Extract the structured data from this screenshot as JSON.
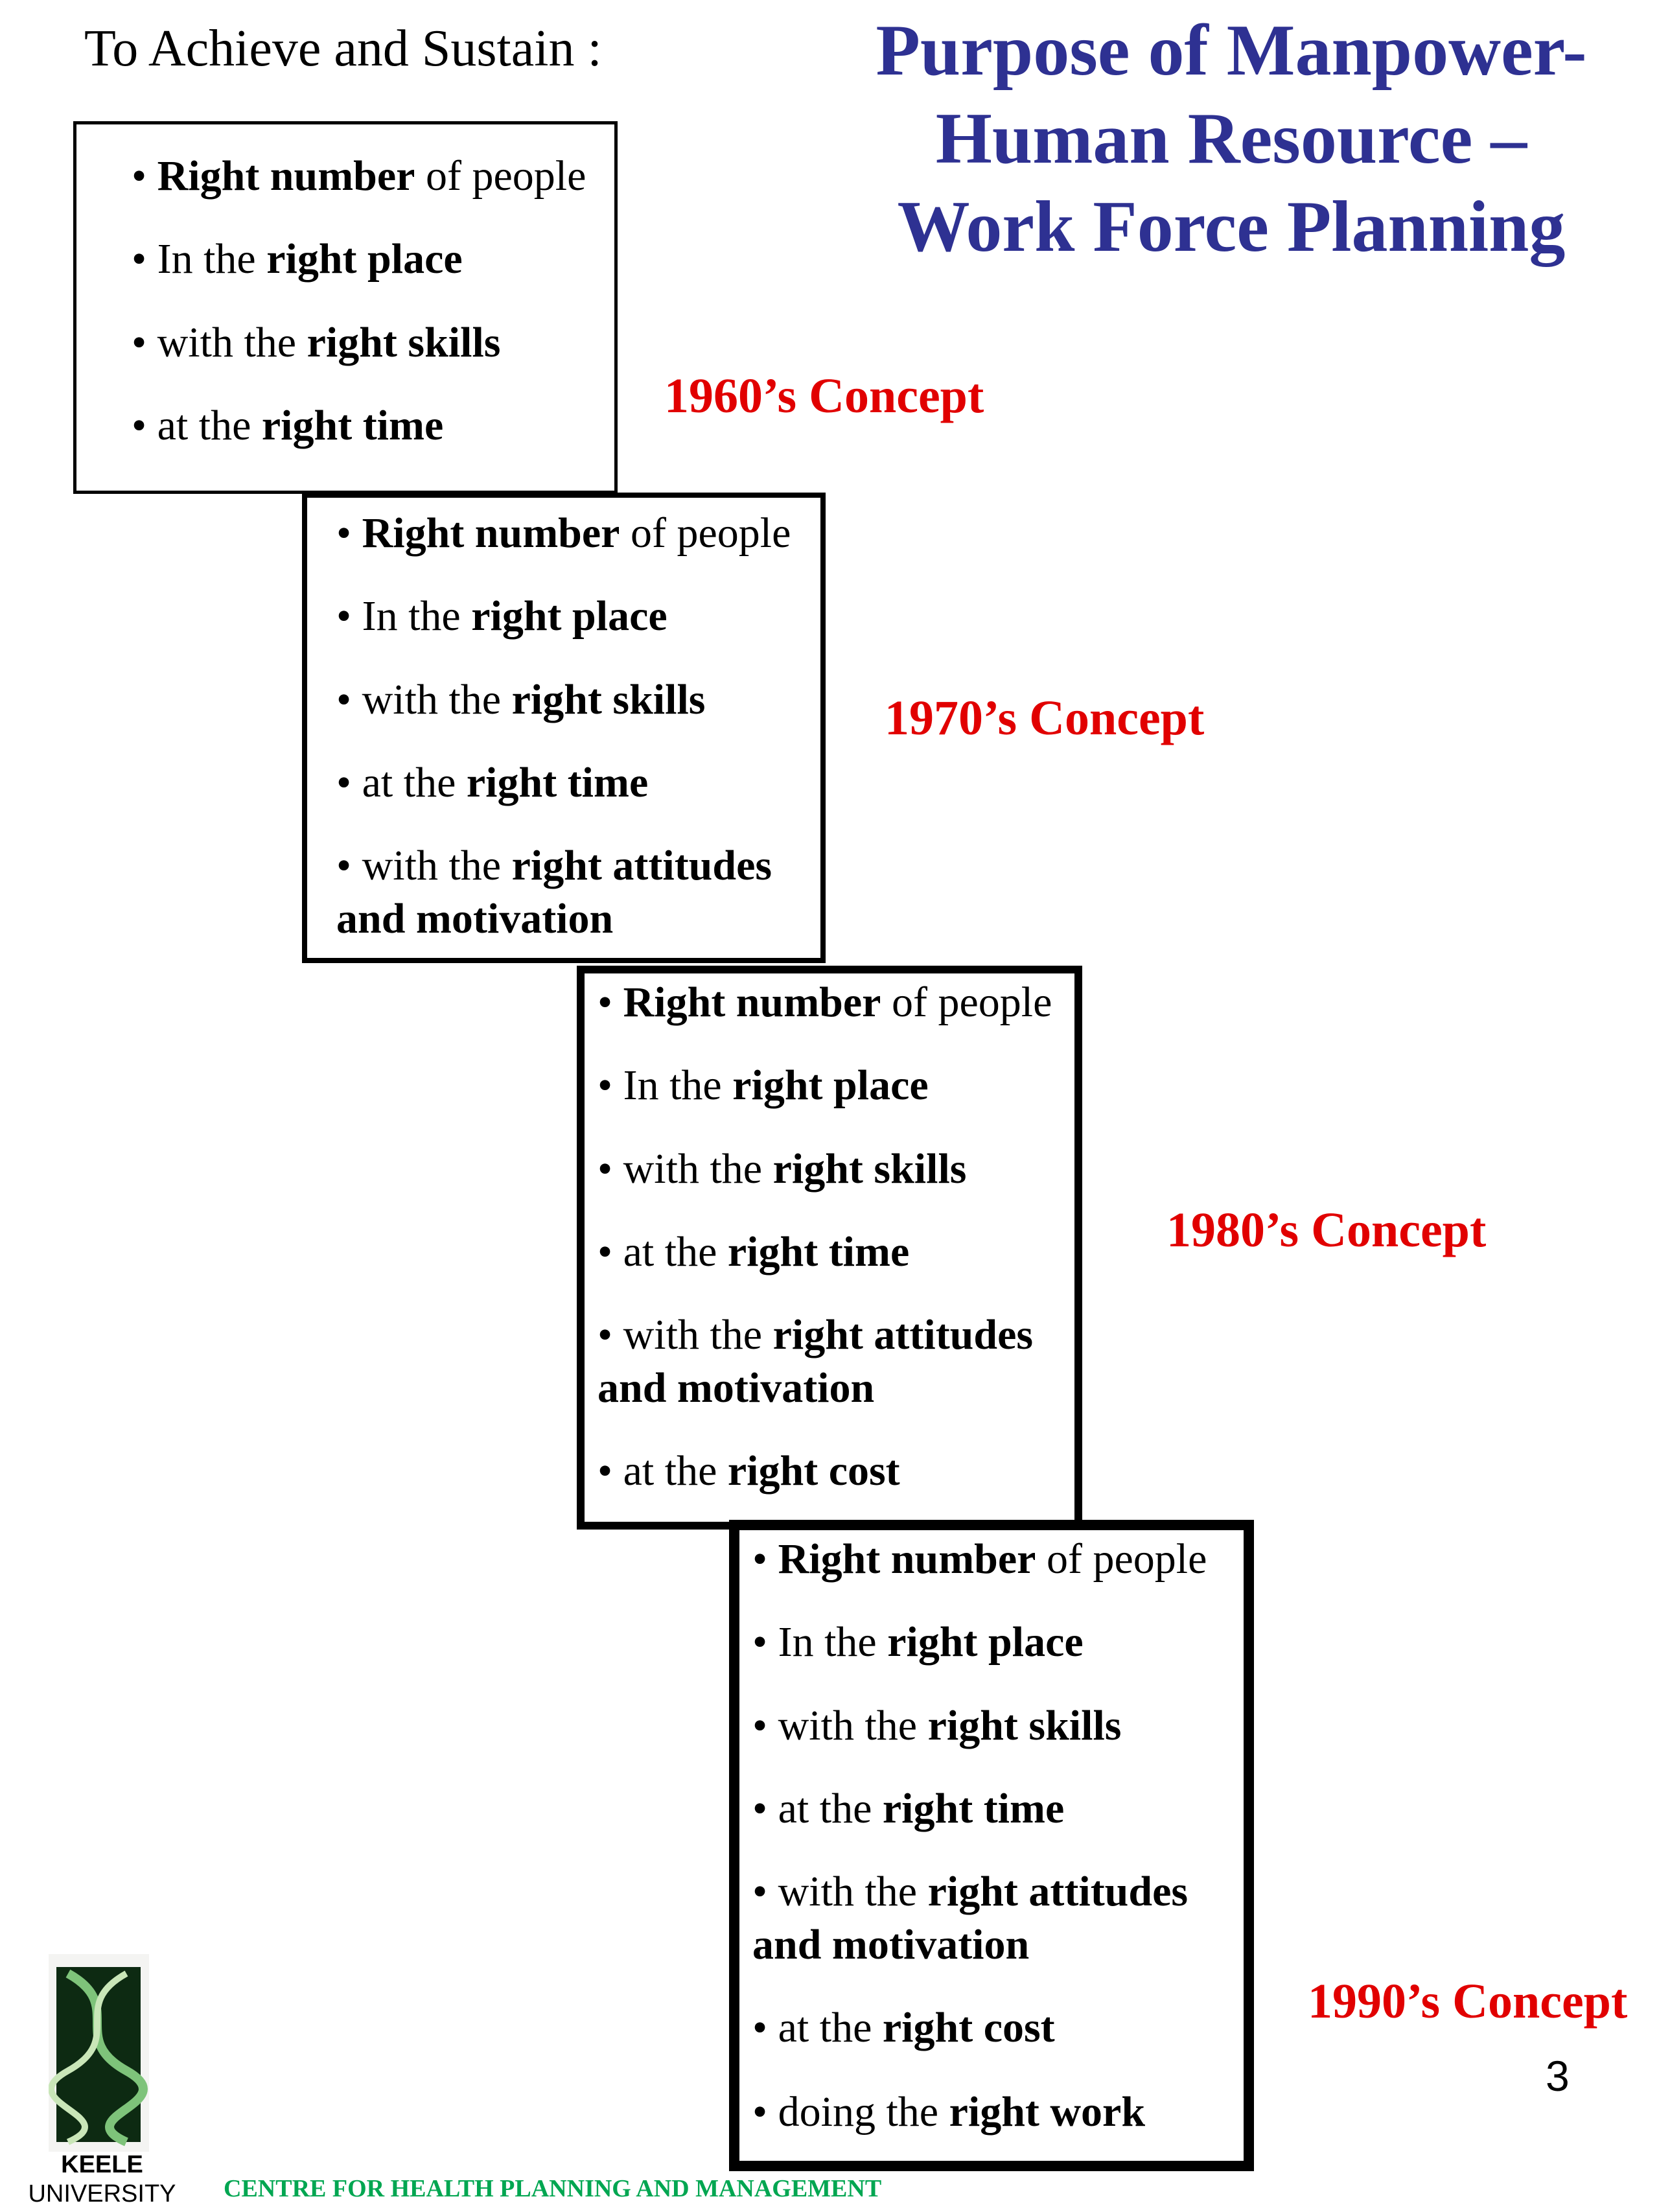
{
  "intro": "To Achieve and Sustain :",
  "title": [
    "Purpose of Manpower-",
    "Human Resource –",
    "Work Force Planning"
  ],
  "boxes": [
    {
      "concept": "1960’s Concept",
      "items": [
        [
          {
            "t": "• "
          },
          {
            "t": "Right number",
            "b": true
          },
          {
            "t": " of people"
          }
        ],
        [
          {
            "t": "• In the "
          },
          {
            "t": "right place",
            "b": true
          }
        ],
        [
          {
            "t": "• with the "
          },
          {
            "t": "right skills",
            "b": true
          }
        ],
        [
          {
            "t": "• at the "
          },
          {
            "t": "right time",
            "b": true
          }
        ]
      ]
    },
    {
      "concept": "1970’s Concept",
      "items": [
        [
          {
            "t": "• "
          },
          {
            "t": "Right number",
            "b": true
          },
          {
            "t": " of people"
          }
        ],
        [
          {
            "t": "• In the "
          },
          {
            "t": "right place",
            "b": true
          }
        ],
        [
          {
            "t": "• with the "
          },
          {
            "t": "right skills",
            "b": true
          }
        ],
        [
          {
            "t": "• at the "
          },
          {
            "t": "right time",
            "b": true
          }
        ],
        [
          {
            "t": "• with the "
          },
          {
            "t": "right attitudes",
            "b": true
          }
        ],
        [
          {
            "t": "and motivation",
            "b": true
          }
        ]
      ]
    },
    {
      "concept": "1980’s Concept",
      "items": [
        [
          {
            "t": "• "
          },
          {
            "t": "Right number",
            "b": true
          },
          {
            "t": " of people"
          }
        ],
        [
          {
            "t": "• In the "
          },
          {
            "t": "right place",
            "b": true
          }
        ],
        [
          {
            "t": "• with the "
          },
          {
            "t": "right skills",
            "b": true
          }
        ],
        [
          {
            "t": "• at the "
          },
          {
            "t": "right time",
            "b": true
          }
        ],
        [
          {
            "t": "• with the "
          },
          {
            "t": "right attitudes",
            "b": true
          }
        ],
        [
          {
            "t": "and motivation",
            "b": true
          }
        ],
        [
          {
            "t": "• at the "
          },
          {
            "t": "right cost",
            "b": true
          }
        ]
      ]
    },
    {
      "concept": "1990’s Concept",
      "items": [
        [
          {
            "t": "• "
          },
          {
            "t": "Right number",
            "b": true
          },
          {
            "t": " of people"
          }
        ],
        [
          {
            "t": "• In the "
          },
          {
            "t": "right place",
            "b": true
          }
        ],
        [
          {
            "t": "• with the "
          },
          {
            "t": "right skills",
            "b": true
          }
        ],
        [
          {
            "t": "• at the "
          },
          {
            "t": "right time",
            "b": true
          }
        ],
        [
          {
            "t": "• with the "
          },
          {
            "t": "right attitudes",
            "b": true
          }
        ],
        [
          {
            "t": "and motivation",
            "b": true
          }
        ],
        [
          {
            "t": "• at the "
          },
          {
            "t": "right cost",
            "b": true
          }
        ],
        [
          {
            "t": "• doing the "
          },
          {
            "t": "right work",
            "b": true
          }
        ]
      ]
    }
  ],
  "page_number": "3",
  "logo": {
    "name": "KEELE",
    "subtitle": "UNIVERSITY",
    "icon": "dna-helix-icon"
  },
  "footer": "CENTRE FOR HEALTH PLANNING AND MANAGEMENT",
  "colors": {
    "title": "#2E3192",
    "concept": "#E10000",
    "footer": "#00A651"
  }
}
